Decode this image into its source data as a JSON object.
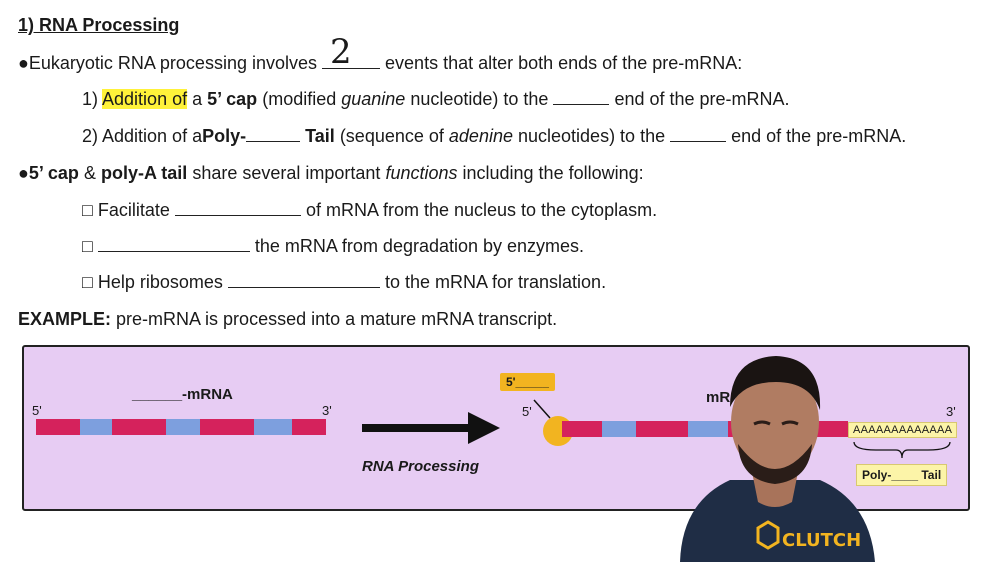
{
  "title": "1) RNA Processing",
  "lines": {
    "l1_pre": "●Eukaryotic RNA processing involves",
    "l1_answer": "2",
    "l1_post": "events that alter both ends of the pre-mRNA:",
    "l2_num": "1)",
    "l2_highlight": "Addition of",
    "l2_a": "a",
    "l2_bold": "5’ cap",
    "l2_mid": "(modified",
    "l2_italic": "guanine",
    "l2_mid2": "nucleotide) to the",
    "l2_end": "end of the pre-mRNA.",
    "l3_pre": "2) Addition of a",
    "l3_bold1": "Poly-",
    "l3_bold2": "Tail",
    "l3_mid": "(sequence of",
    "l3_italic": "adenine",
    "l3_mid2": "nucleotides) to the",
    "l3_end": "end of the pre-mRNA.",
    "l4_bold": "●5’ cap",
    "l4_amp": "&",
    "l4_bold2": "poly-A tail",
    "l4_mid": "share several important",
    "l4_italic": "functions",
    "l4_end": "including the following:",
    "c1_pre": "□ Facilitate",
    "c1_post": "of mRNA from the nucleus to the cytoplasm.",
    "c2_pre": "□",
    "c2_post": "the mRNA from degradation by enzymes.",
    "c3_pre": "□ Help ribosomes",
    "c3_post": "to the mRNA for translation.",
    "ex_bold": "EXAMPLE:",
    "ex_rest": "pre-mRNA is processed into a mature mRNA transcript."
  },
  "diagram": {
    "left_label": "______-mRNA",
    "left_5": "5'",
    "left_3": "3'",
    "arrow_label": "RNA Processing",
    "cap_tag": "5'_____",
    "right_5": "5'",
    "right_3": "3'",
    "right_label_partial": "mR",
    "poly_a_seq": "AAAAAAAAAAAAA",
    "poly_tail_label": "Poly-____ Tail",
    "shirt_logo": "CLUTCH"
  },
  "colors": {
    "highlight": "#fff23a",
    "diagram_bg": "#e7ccf3",
    "rna_pink": "#d5225c",
    "rna_blue": "#7d9fde",
    "cap": "#f2b420"
  }
}
